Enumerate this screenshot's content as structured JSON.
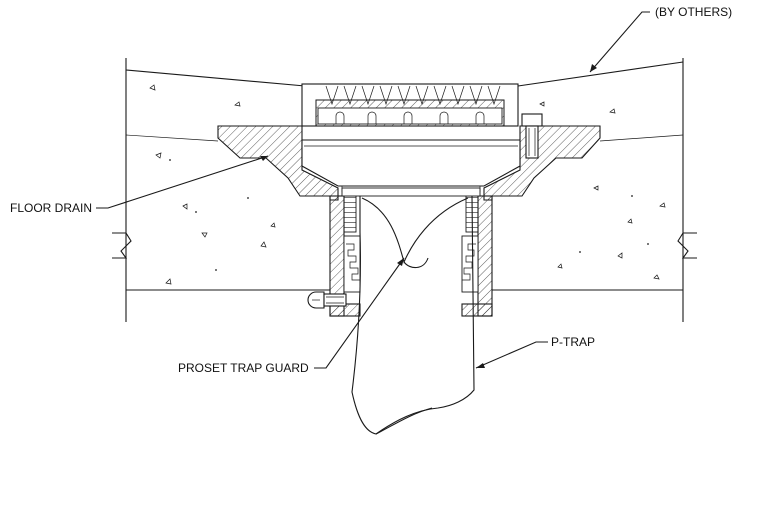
{
  "labels": {
    "by_others": "(BY OTHERS)",
    "floor_drain": "FLOOR DRAIN",
    "proset_trap_guard": "PROSET TRAP GUARD",
    "p_trap": "P-TRAP"
  },
  "colors": {
    "line": "#1a1a1a",
    "background": "#ffffff"
  }
}
